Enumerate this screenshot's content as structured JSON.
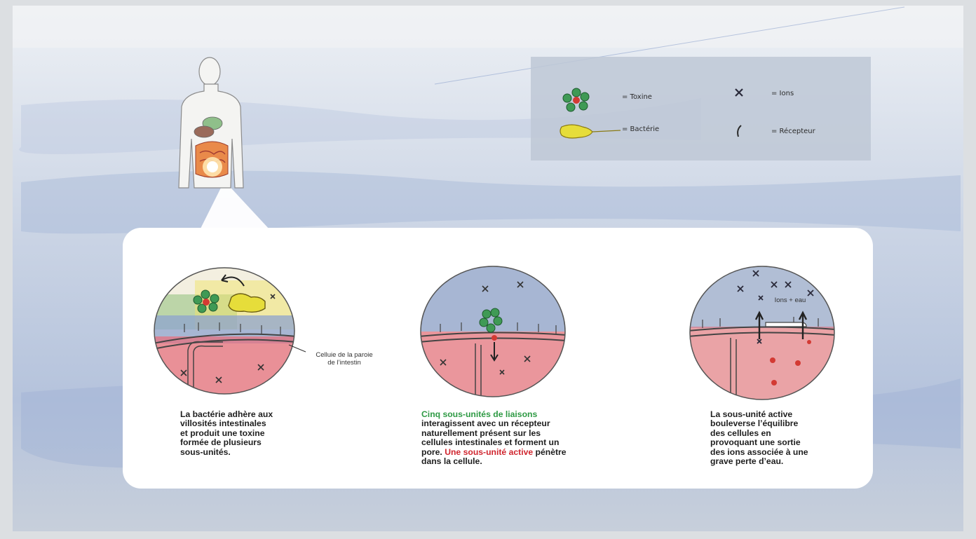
{
  "legend": {
    "toxin_label": "= Toxine",
    "bacteria_label": "= Bactérie",
    "ions_label": "= Ions",
    "receptor_label": "= Récepteur"
  },
  "stage1": {
    "annotation_line1": "Celluie de la paroie",
    "annotation_line2": "de l’intestin",
    "caption_line1": "La bactérie adhère aux",
    "caption_line2": "villosités intestinales",
    "caption_line3": "et produit une toxine",
    "caption_line4": "formée de plusieurs",
    "caption_line5": "sous-unités."
  },
  "stage2": {
    "caption_line1_green": "Cinq sous-unités de liaisons",
    "caption_line2": "interagissent avec un récepteur",
    "caption_line3": "naturellement présent sur les",
    "caption_line4": "cellules intestinales et forment un",
    "caption_line5_start": "pore. ",
    "caption_line5_red": "Une sous-unité active",
    "caption_line5_end": " pénètre",
    "caption_line6": "dans la cellule."
  },
  "stage3": {
    "annotation": "Ions + eau",
    "caption_line1": "La sous-unité active",
    "caption_line2": "bouleverse l’équilibre",
    "caption_line3": "des cellules en",
    "caption_line4": "provoquant une sortie",
    "caption_line5": "des ions associée à une",
    "caption_line6": "grave perte d’eau."
  },
  "colors": {
    "green_text": "#2e9a44",
    "red_text": "#d0262f",
    "toxin_green": "#3f9a55",
    "bacteria_yellow": "#e6dd3a",
    "cell_pink": "#e5707f",
    "lumen_blue": "#8ea3cf"
  }
}
